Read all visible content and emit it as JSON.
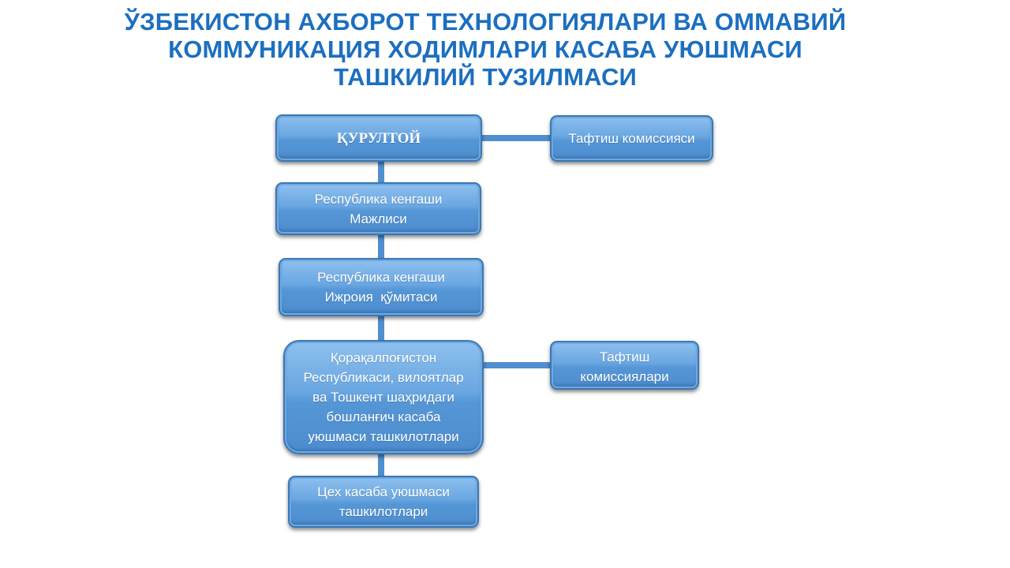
{
  "title": {
    "lines": [
      "ЎЗБЕКИСТОН АХБОРОТ ТЕХНОЛОГИЯЛАРИ ВА ОММАВИЙ",
      "КОММУНИКАЦИЯ ХОДИМЛАРИ КАСАБА УЮШМАСИ",
      "ТАШКИЛИЙ ТУЗИЛМАСИ"
    ]
  },
  "nodes": {
    "kurultoy": "ҚУРУЛТОЙ",
    "taftish1": "Тафтиш комиссияси",
    "majlis": [
      "Республика кенгаши",
      "Мажлиси"
    ],
    "ijroiya": [
      "Республика кенгаши",
      "Ижроия  қўмитаси"
    ],
    "regional": [
      "Қорақалпоғистон",
      "Республикаси, вилоятлар",
      "ва Тошкент шаҳридаги",
      "бошланғич касаба",
      "уюшмаси ташкилотлари"
    ],
    "taftish2": [
      "Тафтиш",
      "комиссиялари"
    ],
    "tsekh": [
      "Цех касаба уюшмаси",
      "ташкилотлари"
    ]
  },
  "colors": {
    "title": "#1c6fc0",
    "box": "#5a9ad8",
    "connector": "#4f8fd0"
  }
}
